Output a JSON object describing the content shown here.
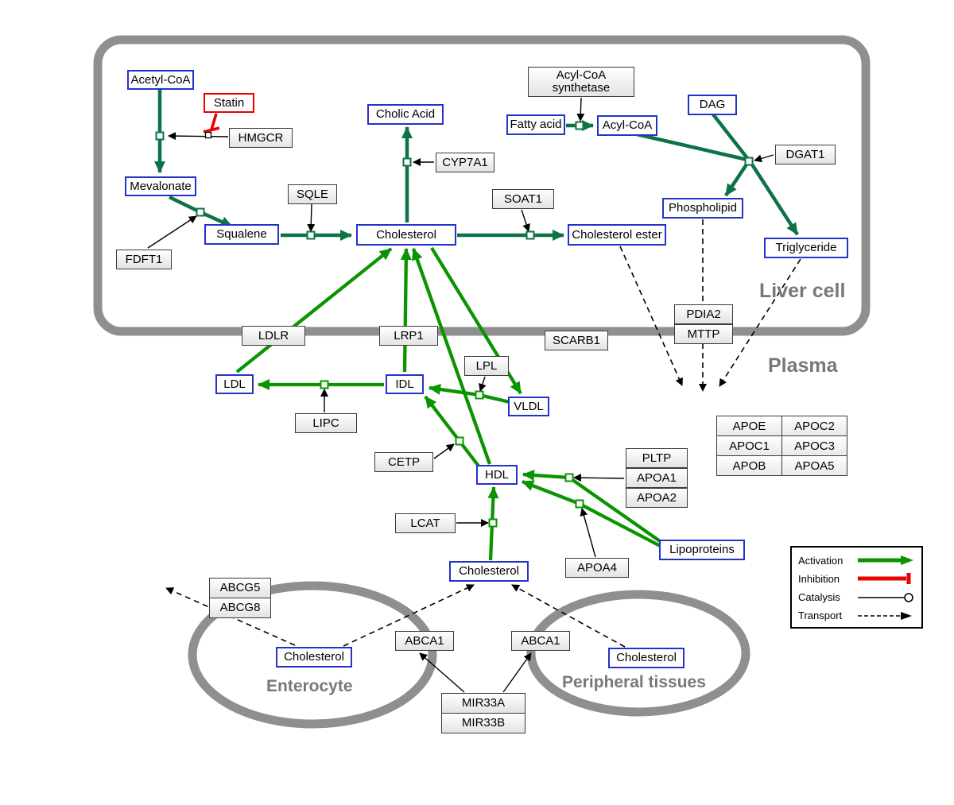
{
  "regions": {
    "liver": "Liver cell",
    "plasma": "Plasma",
    "enterocyte": "Enterocyte",
    "peripheral": "Peripheral tissues"
  },
  "nodes": {
    "acetyl_coa": "Acetyl-CoA",
    "statin": "Statin",
    "hmgcr": "HMGCR",
    "mevalonate": "Mevalonate",
    "fdft1": "FDFT1",
    "squalene": "Squalene",
    "sqle": "SQLE",
    "cholesterol_liver": "Cholesterol",
    "cholic_acid": "Cholic Acid",
    "cyp7a1": "CYP7A1",
    "soat1": "SOAT1",
    "cholesterol_ester": "Cholesterol ester",
    "acyl_coa_synthetase": "Acyl-CoA synthetase",
    "fatty_acid": "Fatty acid",
    "acyl_coa": "Acyl-CoA",
    "dag": "DAG",
    "dgat1": "DGAT1",
    "phospholipid": "Phospholipid",
    "triglyceride": "Triglyceride",
    "ldlr": "LDLR",
    "lrp1": "LRP1",
    "scarb1": "SCARB1",
    "pdia2": "PDIA2",
    "mttp": "MTTP",
    "ldl": "LDL",
    "idl": "IDL",
    "lipc": "LIPC",
    "lpl": "LPL",
    "vldl": "VLDL",
    "cetp": "CETP",
    "hdl": "HDL",
    "lcat": "LCAT",
    "pltp": "PLTP",
    "apoa1": "APOA1",
    "apoa2": "APOA2",
    "apoa4": "APOA4",
    "lipoproteins": "Lipoproteins",
    "cholesterol_plasma": "Cholesterol",
    "abcg5": "ABCG5",
    "abcg8": "ABCG8",
    "cholesterol_enterocyte": "Cholesterol",
    "abca1_left": "ABCA1",
    "abca1_right": "ABCA1",
    "cholesterol_peripheral": "Cholesterol",
    "mir33a": "MIR33A",
    "mir33b": "MIR33B"
  },
  "apo_table": {
    "cells": [
      [
        "APOE",
        "APOC2"
      ],
      [
        "APOC1",
        "APOC3"
      ],
      [
        "APOB",
        "APOA5"
      ]
    ]
  },
  "legend": {
    "activation": "Activation",
    "inhibition": "Inhibition",
    "catalysis": "Catalysis",
    "transport": "Transport"
  },
  "colors": {
    "metabolite_border": "#2233cc",
    "activation_green": "#0a9400",
    "conversion_green": "#0d7246",
    "inhibition_red": "#ee0000",
    "membrane_gray": "#8f8f8f",
    "label_gray": "#787878"
  }
}
